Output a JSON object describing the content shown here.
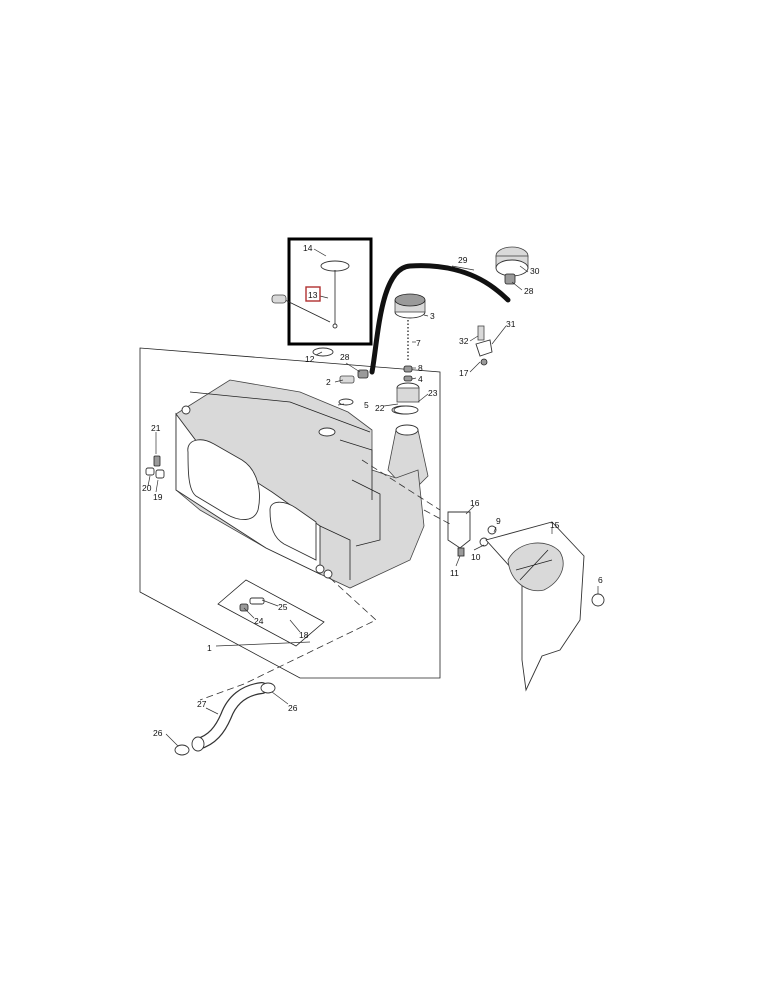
{
  "diagram": {
    "callouts": [
      "1",
      "2",
      "3",
      "4",
      "5",
      "6",
      "7",
      "8",
      "9",
      "10",
      "11",
      "12",
      "13",
      "14",
      "15",
      "16",
      "17",
      "18",
      "19",
      "20",
      "21",
      "22",
      "23",
      "24",
      "25",
      "26",
      "26",
      "27",
      "28",
      "28",
      "29",
      "30",
      "31",
      "32"
    ],
    "highlighted_callout": "13",
    "highlight_color": "#b03030"
  }
}
